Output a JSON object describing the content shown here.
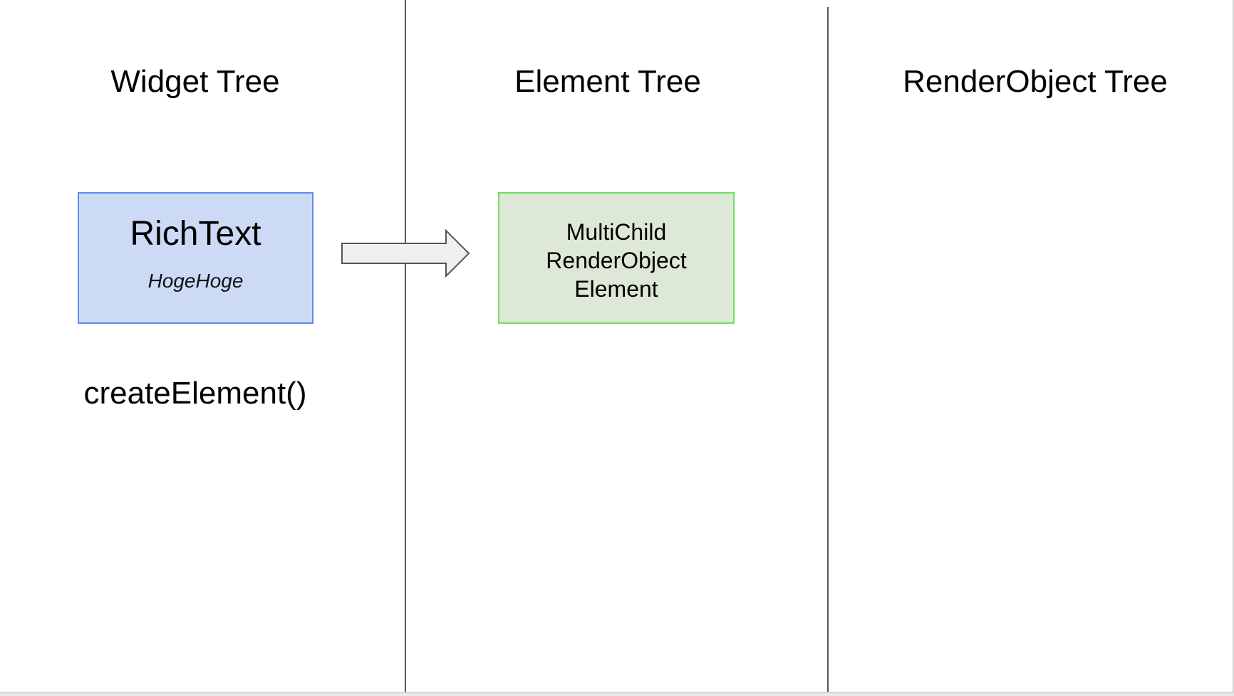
{
  "columns": {
    "widget_title": "Widget Tree",
    "element_title": "Element Tree",
    "render_title": "RenderObject Tree"
  },
  "widget_node": {
    "name": "RichText",
    "text": "HogeHoge"
  },
  "element_node": {
    "lines": [
      "MultiChild",
      "RenderObject",
      "Element"
    ]
  },
  "method": "createElement()",
  "colors": {
    "widget_fill": "#ccdaf5",
    "widget_border": "#5b8def",
    "element_fill": "#dde9d6",
    "element_border": "#6de05a",
    "arrow_fill": "#efefef",
    "arrow_stroke": "#555555"
  }
}
